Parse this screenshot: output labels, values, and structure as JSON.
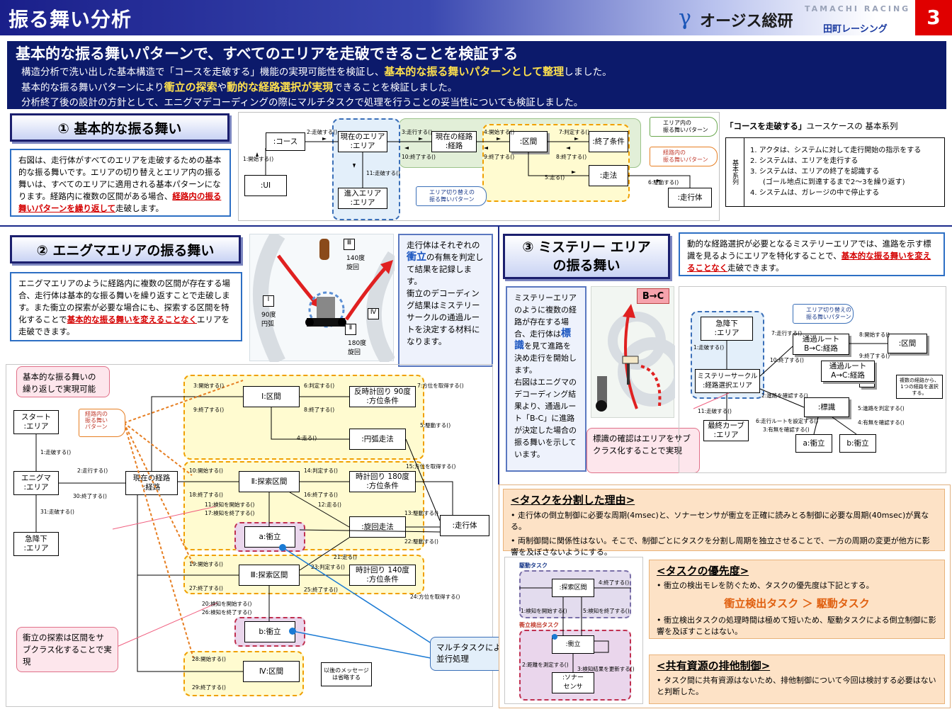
{
  "header": {
    "title": "振る舞い分析",
    "company": "オージス総研",
    "team_logo": "TAMACHI RACING",
    "team": "田町レーシング",
    "page": "3"
  },
  "banner": {
    "title": "基本的な振る舞いパターンで、すべてのエリアを走破できることを検証する",
    "l1a": "構造分析で洗い出した基本構造で「コースを走破する」機能の実現可能性を検証し、",
    "l1b": "基本的な振る舞いパターンとして整理",
    "l1c": "しました。",
    "l2a": "基本的な振る舞いパターンにより",
    "l2b": "衝立の探索",
    "l2c": "や",
    "l2d": "動的な経路選択が実現",
    "l2e": "できることを検証しました。",
    "l3": "分析終了後の設計の方針として、エニグマデコーディングの際にマルチタスクで処理を行うことの妥当性についても検証しました。"
  },
  "sec1": {
    "head": "① 基本的な振る舞い",
    "desc": "右図は、走行体がすべてのエリアを走破するための基本的な振る舞いです。エリアの切り替えとエリア内の振る舞いは、すべてのエリアに適用される基本パターンになります。経路内に複数の区間がある場合、",
    "desc_hl": "経路内の振る舞いパターンを繰り返して",
    "desc_end": "走破します。",
    "objs": {
      "course": ":コース",
      "cur_area": "現在のエリア\n:エリア",
      "cur_route": "現在の経路\n:経路",
      "section": ":区間",
      "end_cond": ":終了条件",
      "drive": ":走法",
      "ui": ":UI",
      "next_area": "進入エリア\n:エリア",
      "vehicle": ":走行体"
    },
    "msgs": {
      "m1": "1:開始する()",
      "m2": "2:走破する()",
      "m3": "3:走行する()",
      "m4": "4:開始する()",
      "m5": "5:走る()",
      "m6": "6:駆動する()",
      "m7": "7:判定する()",
      "m8": "8:終了する()",
      "m9": "9:終了する()",
      "m10": "10:終了する()",
      "m11": "11:走破する()"
    },
    "tags": {
      "area": "エリア内の\n振る舞いパターン",
      "route": "経路内の\n振る舞いパターン",
      "switch": "エリア切り替えの\n振る舞いパターン"
    },
    "usecase_title_a": "「コースを走破する」",
    "usecase_title_b": "ユースケースの 基本系列",
    "usecase_side": "基本系列",
    "usecase": [
      "1.  アクタは、システムに対して走行開始の指示をする",
      "2.  システムは、エリアを走行する",
      "3.  システムは、エリアの終了を認識する",
      "(ゴール地点に到達するまで2〜3を繰り返す)",
      "4.  システムは、ガレージの中で停止する"
    ]
  },
  "sec2": {
    "head": "② エニグマエリアの振る舞い",
    "desc": "エニグマエリアのように経路内に複数の区間が存在する場合、走行体は基本的な振る舞いを繰り返すことで走破します。また衝立の探索が必要な場合にも、探索する区間を特化することで",
    "desc_hl": "基本的な振る舞いを変えることなく",
    "desc_end": "エリアを走破できます。",
    "fig": {
      "r1": "Ⅰ",
      "r2": "Ⅱ",
      "r3": "Ⅲ",
      "r4": "Ⅳ",
      "l1": "90度\n円弧",
      "l2": "180度\n旋回",
      "l3": "140度\n旋回"
    },
    "note_a": "走行体はそれぞれの",
    "note_b": "衝立",
    "note_c": "の有無を判定して結果を記録します。\n衝立のデコーディング結果はミステリーサークルの通過ルートを決定する材料になります。",
    "pink1": "基本的な振る舞いの繰り返しで実現可能",
    "pink2": "衝立の探索は区間をサブクラス化することで実現",
    "blue_note": "マルチタスクによる並行処理",
    "tag_route": "経路内の\n振る舞い\nパターン",
    "objs": {
      "start": "スタート\n:エリア",
      "enigma": "エニグマ\n:エリア",
      "drop": "急降下\n:エリア",
      "route": "現在の経路\n:経路",
      "s1": "Ⅰ:区間",
      "c1": "反時計回り 90度\n:方位条件",
      "arc": ":円弧走法",
      "s2": "Ⅱ:探索区間",
      "c2": "時計回り 180度\n:方位条件",
      "turn": ":旋回走法",
      "a": "a:衝立",
      "vehicle": ":走行体",
      "s3": "Ⅲ:探索区間",
      "c3": "時計回り 140度\n:方位条件",
      "b": "b:衝立",
      "s4": "Ⅳ:区間",
      "memo": "以後のメッセージは省略する"
    },
    "msgs": {
      "m1": "1:走破する()",
      "m2": "2:走行する()",
      "m3": "3:開始する()",
      "m4": "4:走る()",
      "m5": "5:駆動する()",
      "m6": "6:判定する()",
      "m7": "7:方位を取得する()",
      "m8": "8:終了する()",
      "m9": "9:終了する()",
      "m10": "10:開始する()",
      "m11": "11:検知を開始する()",
      "m12": "12:走る()",
      "m13": "13:駆動する()",
      "m14": "14:判定する()",
      "m15": "15:方位を取得する()",
      "m16": "16:終了する()",
      "m17": "17:検知を終了する()",
      "m18": "18:終了する()",
      "m19": "19:開始する()",
      "m20": "20:検知を開始する()",
      "m21": "21:走る()",
      "m22": "22:駆動する()",
      "m23": "23:判定する()",
      "m24": "24:方位を取得する()",
      "m25": "25:終了する()",
      "m26": "26:検知を終了する()",
      "m27": "27:終了する()",
      "m28": "28:開始する()",
      "m29": "29:終了する()",
      "m30": "30:終了する()",
      "m31": "31:走破する()"
    }
  },
  "sec3": {
    "head": "③ ミステリー エリア\nの振る舞い",
    "desc": "動的な経路選択が必要となるミステリーエリアでは、進路を示す標識を見るようにエリアを特化することで、",
    "desc_hl": "基本的な振る舞いを変えることなく",
    "desc_end": "走破できます。",
    "left_a": "ミステリーエリアのように複数の経路が存在する場合、走行体は",
    "left_b": "標識",
    "left_c": "を見て進路を決め走行を開始します。\n右図はエニグマのデコーディング結果より、通過ルート「B-C」に進路が決定した場合の振る舞いを示しています。",
    "sign": "B→C",
    "pink": "標識の確認はエリアをサブクラス化することで実現",
    "tag": "エリア切り替えの\n振る舞いパターン",
    "objs": {
      "drop": "急降下\n:エリア",
      "mc": "ミステリーサークル\n:経路選択エリア",
      "final": "最終カーブ\n:エリア",
      "rBC": "通過ルート\nB→C:経路",
      "rAC": "通過ルート\nA→C:経路",
      "rt": "ト",
      "ro": "路",
      "sec": ":区間",
      "sign": ":標識",
      "a": "a:衝立",
      "b": "b:衝立",
      "memo": "複数の経路から、1つの経路を選択する。"
    },
    "msgs": {
      "m1": "1:走破する()",
      "m2": "2:進路を確認する()",
      "m3": "3:有無を確認する()",
      "m4": "4:有無を確認する()",
      "m5": "5:進路を判定する()",
      "m6": "6:走行ルートを設定する()",
      "m7": "7:走行する()",
      "m8": "8:開始する()",
      "m9": "9:終了する()",
      "m10": "10:終了する()",
      "m11": "11:走破する()"
    }
  },
  "tasks": {
    "h1": "<タスクを分割した理由>",
    "t1": "走行体の倒立制御に必要な周期(4msec)と、ソナーセンサが衝立を正確に読みとる制御に必要な周期(40msec)が異なる。",
    "t2": "両制御間に関係性はない。そこで、制御ごとにタスクを分割し周期を独立させることで、一方の周期の変更が他方に影響を及ぼさないようにする。",
    "drive_task": "駆動タスク",
    "detect_task": "衝立検出タスク",
    "d_search": ":探索区間",
    "d_wall": ":衝立",
    "d_sonar": ":ソナー\nセンサ",
    "dm1": "1:検知を開始する()",
    "dm4": "4:終了する()",
    "dm5": "5:検知を終了する()",
    "dm2": "2:距離を測定する()",
    "dm3": "3:検知結果を更新する()",
    "h2": "<タスクの優先度>",
    "p1": "衝立の検出モレを防ぐため、タスクの優先度は下記とする。",
    "prio": "衝立検出タスク  ＞  駆動タスク",
    "p2": "衝立検出タスクの処理時間は極めて短いため、駆動タスクによる倒立制御に影響を及ぼすことはない。",
    "h3": "<共有資源の排他制御>",
    "e1": "タスク間に共有資源はないため、排他制御について今回は検討する必要はないと判断した。"
  },
  "colors": {
    "navy": "#0c1a6b",
    "red": "#e00000",
    "yellow": "#ffe14d"
  }
}
